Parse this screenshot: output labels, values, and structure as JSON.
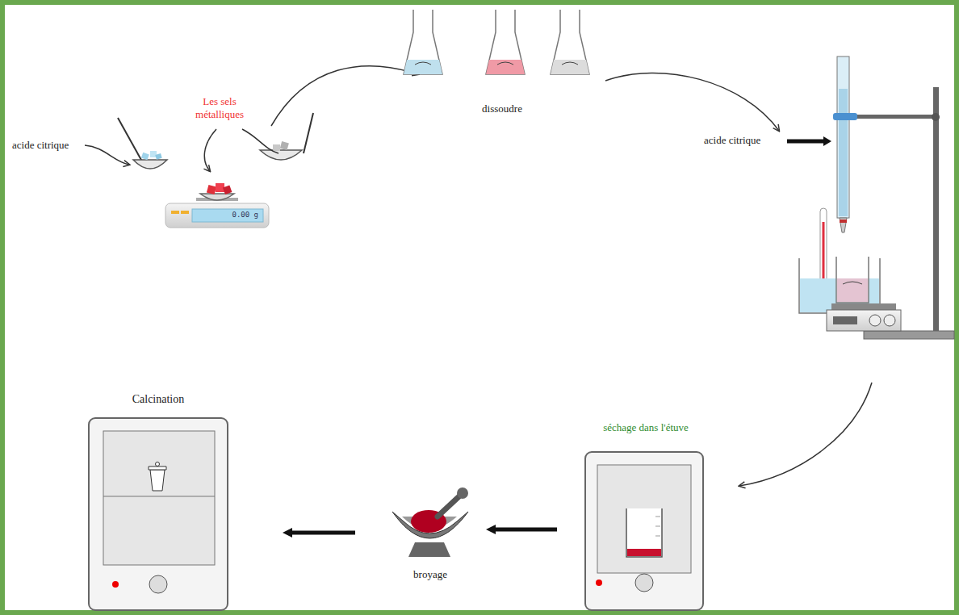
{
  "diagram": {
    "labels": [
      "acide citrique",
      "Les sels métalliques",
      "0.00 g",
      "dissoudre",
      "acide citrique",
      "Calcination",
      "séchage dans l'étuve",
      "broyage"
    ]
  }
}
